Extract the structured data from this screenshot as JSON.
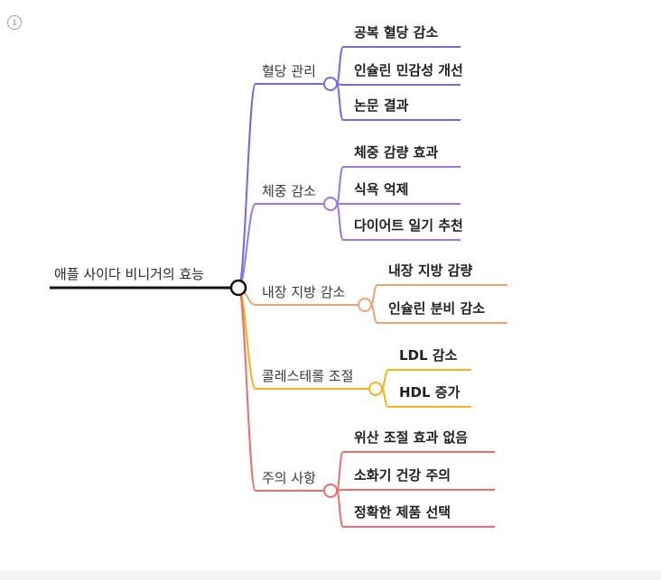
{
  "root": {
    "label": "애플 사이다 비니거의 효능"
  },
  "branches": [
    {
      "label": "혈당 관리",
      "color": "#6e6ae8",
      "leaves": [
        "공복 혈당 감소",
        "인슐린 민감성 개선",
        "논문 결과"
      ]
    },
    {
      "label": "체중 감소",
      "color": "#9b78e0",
      "leaves": [
        "체중 감량 효과",
        "식욕 억제",
        "다이어트 일기 추천"
      ]
    },
    {
      "label": "내장 지방 감소",
      "color": "#f3a070",
      "leaves": [
        "내장 지방 감량",
        "인슐린 분비 감소"
      ]
    },
    {
      "label": "콜레스테롤 조절",
      "color": "#f2b316",
      "leaves": [
        "LDL 감소",
        "HDL 증가"
      ]
    },
    {
      "label": "주의 사항",
      "color": "#ee6b6b",
      "leaves": [
        "위산 조절 효과 없음",
        "소화기 건강 주의",
        "정확한 제품 선택"
      ]
    }
  ]
}
